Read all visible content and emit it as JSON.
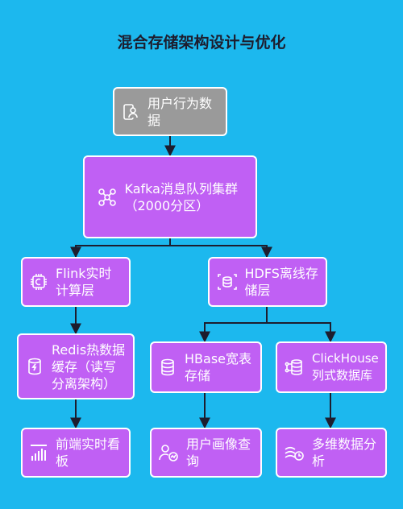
{
  "title": "混合存储架构设计与优化",
  "nodes": {
    "user_behavior": {
      "label": "用户行为数据",
      "icon": "user-device-icon"
    },
    "kafka": {
      "label": "Kafka消息队列集群（2000分区）",
      "icon": "network-nodes-icon"
    },
    "flink": {
      "label": "Flink实时计算层",
      "icon": "processor-chip-icon"
    },
    "hdfs": {
      "label": "HDFS离线存储层",
      "icon": "database-scan-icon"
    },
    "redis": {
      "label": "Redis热数据缓存（读写分离架构）",
      "icon": "database-bolt-icon"
    },
    "hbase": {
      "label": "HBase宽表存储",
      "icon": "database-icon"
    },
    "clickhouse": {
      "label": "ClickHouse列式数据库",
      "icon": "database-network-icon"
    },
    "dashboard": {
      "label": "前端实时看板",
      "icon": "bar-chart-icon"
    },
    "profile_query": {
      "label": "用户画像查询",
      "icon": "user-chart-icon"
    },
    "multi_analysis": {
      "label": "多维数据分析",
      "icon": "wind-clock-icon"
    }
  },
  "colors": {
    "background": "#1cb8ee",
    "node_gray": "#9a9a9a",
    "node_purple": "#c060f4",
    "edge": "#1d1d2e"
  }
}
